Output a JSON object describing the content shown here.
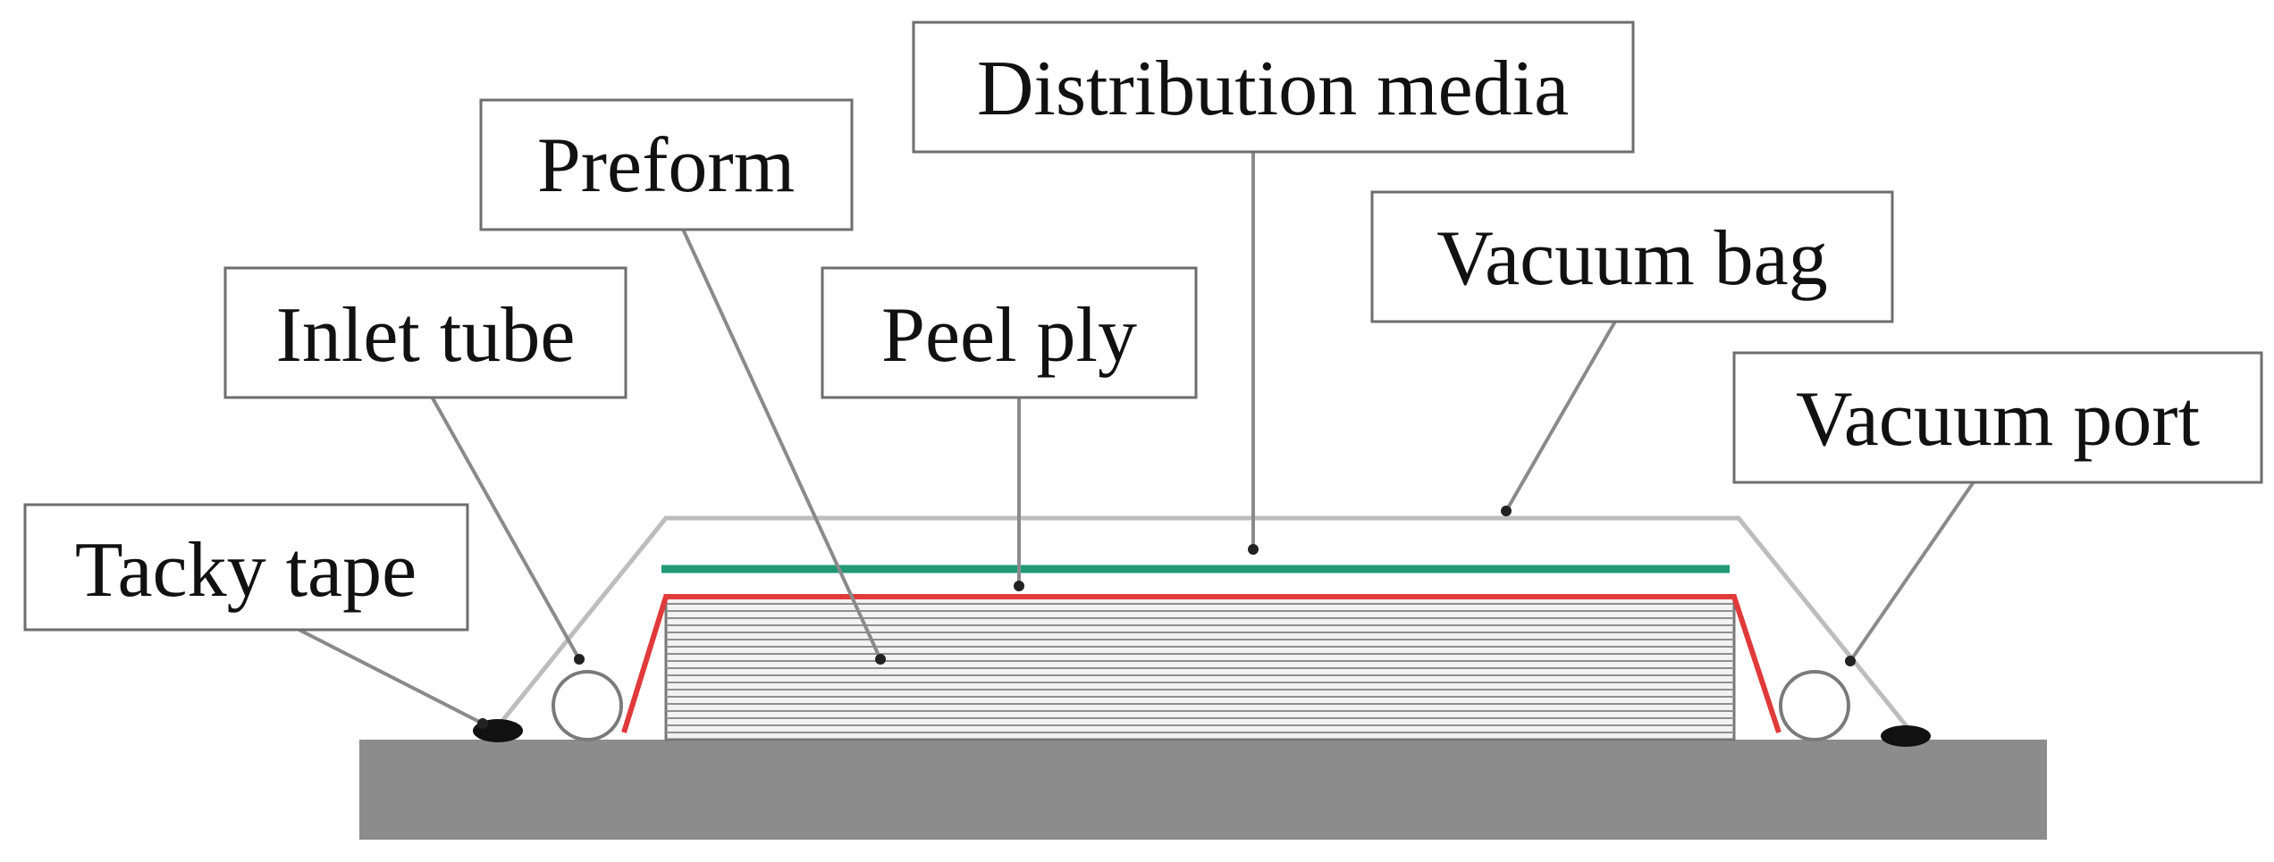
{
  "labels": {
    "distribution_media": "Distribution media",
    "preform": "Preform",
    "vacuum_bag": "Vacuum bag",
    "inlet_tube": "Inlet tube",
    "peel_ply": "Peel ply",
    "vacuum_port": "Vacuum port",
    "tacky_tape": "Tacky tape"
  },
  "colors": {
    "tool_plate": "#8c8c8c",
    "vacuum_bag": "#bdbdbd",
    "distribution_media": "#1f9a74",
    "peel_ply": "#e03a3a",
    "preform_fill": "#f2f2f2",
    "preform_lines": "#8f8f8f",
    "tacky_tape": "#111111"
  }
}
